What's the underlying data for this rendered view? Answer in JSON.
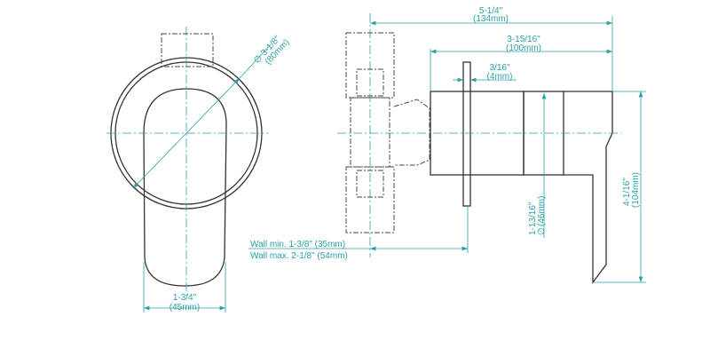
{
  "front_view": {
    "diameter_in": "3-1/8\"",
    "diameter_mm": "(80mm)",
    "handle_width_in": "1-3/4\"",
    "handle_width_mm": "(45mm)"
  },
  "side_view": {
    "overall_depth_in": "5-1/4\"",
    "overall_depth_mm": "(134mm)",
    "projection_in": "3-15/16\"",
    "projection_mm": "(100mm)",
    "plate_thickness_in": "3/16\"",
    "plate_thickness_mm": "(4mm)",
    "sleeve_diameter_in": "1-13/16\"",
    "sleeve_diameter_mm": "(46mm)",
    "height_in": "4-1/16\"",
    "height_mm": "(104mm)",
    "wall_min": "Wall min. 1-3/8\" (35mm)",
    "wall_max": "Wall max. 2-1/8\" (54mm)"
  },
  "colors": {
    "dimension": "#2a9fa8",
    "outline": "#333333"
  }
}
